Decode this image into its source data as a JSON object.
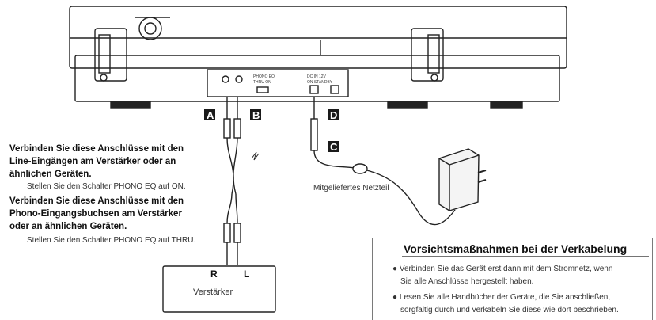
{
  "labels": {
    "a": "A",
    "b": "B",
    "c": "C",
    "d": "D"
  },
  "left_text": {
    "line_connect_1": "Verbinden Sie diese Anschlüsse mit den",
    "line_connect_2": "Line-Eingängen am Verstärker oder an",
    "line_connect_3": "ähnlichen Geräten.",
    "switch_on": "Stellen Sie den Schalter PHONO EQ auf ON.",
    "phono_connect_1": "Verbinden Sie diese Anschlüsse mit den",
    "phono_connect_2": "Phono-Eingangsbuchsen am Verstärker",
    "phono_connect_3": "oder an ähnlichen Geräten.",
    "switch_thru": "Stellen Sie den Schalter PHONO EQ auf THRU."
  },
  "adapter_label": "Mitgeliefertes Netzteil",
  "amplifier": {
    "label": "Verstärker",
    "right": "R",
    "left": "L"
  },
  "panel": {
    "switch_label_1": "PHONO EQ",
    "switch_label_2": "THRU  ON",
    "dc_label_1": "DC IN 12V",
    "dc_label_2": "ON  STANDBY"
  },
  "caution": {
    "title": "Vorsichtsmaßnahmen bei der Verkabelung",
    "bullet1_line1": "Verbinden Sie das Gerät erst dann mit dem Stromnetz, wenn",
    "bullet1_line2": "Sie alle Anschlüsse hergestellt haben.",
    "bullet2_line1": "Lesen Sie alle Handbücher der Geräte, die Sie anschließen,",
    "bullet2_line2": "sorgfältig durch und verkabeln Sie diese wie dort beschrieben."
  }
}
